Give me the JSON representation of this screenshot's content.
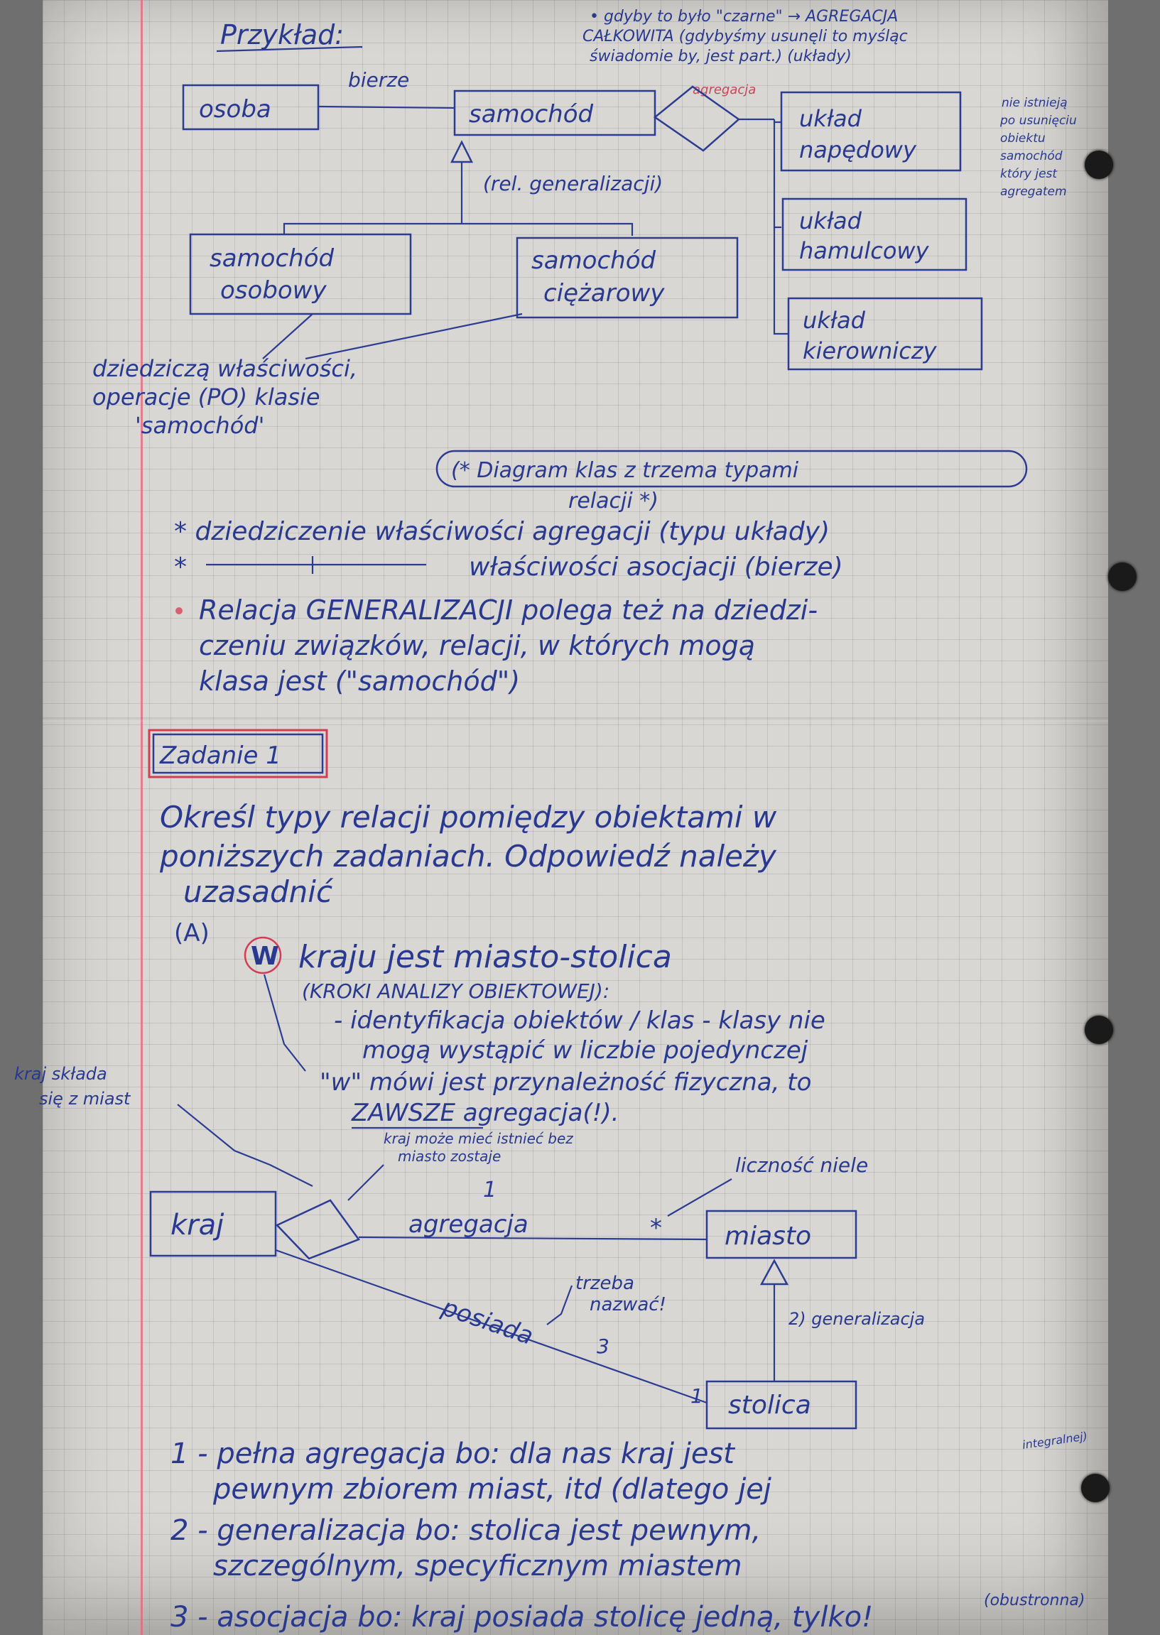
{
  "header": {
    "title": "Przykład:",
    "note_top": "• gdyby to było \"czarne\" → AGREGACJA",
    "note_top_2": "CAŁKOWITA (gdybyśmy usunęli to myśląc",
    "note_top_3": "świadomie by, jest part.) (układy)",
    "note_red": "agregacja",
    "side_note": [
      "nie istnieją",
      "po usunięciu",
      "obiektu",
      "samochód",
      "który jest",
      "agregatem"
    ]
  },
  "diagram1": {
    "osoba": "osoba",
    "samochod": "samochód",
    "bierze": "bierze",
    "generalizacja": "(rel. generalizacji)",
    "osobowy": [
      "samochód",
      "osobowy"
    ],
    "ciezarowy": [
      "samochód",
      "ciężarowy"
    ],
    "uklad1": [
      "układ",
      "napędowy"
    ],
    "uklad2": [
      "układ",
      "hamulcowy"
    ],
    "uklad3": [
      "układ",
      "kierowniczy"
    ],
    "inherit_note": [
      "dziedziczą właściwości,",
      "operacje (PO) klasie",
      "'samochód'"
    ]
  },
  "notes": {
    "boxed": "(* Diagram klas z trzema typami",
    "boxed_2": "relacji *)",
    "bullet1": "* dziedziczenie właściwości agregacji (typu układy)",
    "bullet2_pre": "*",
    "bullet2": "właściwości asocjacji (bierze)",
    "bullet3": [
      "Relacja GENERALIZACJI polega też na dziedzi-",
      "czeniu związków, relacji, w których mogą",
      "klasa jest (\"samochód\")"
    ]
  },
  "task": {
    "label": "Zadanie 1",
    "desc": [
      "Określ typy relacji pomiędzy obiektami w",
      "poniższych zadaniach. Odpowiedź należy",
      "uzasadnić"
    ],
    "a": "(A)",
    "w": "W",
    "sentence": "kraju jest miasto-stolica",
    "steps_title": "(KROKI ANALIZY OBIEKTOWEJ):",
    "steps": [
      "- identyfikacja obiektów / klas - klasy nie",
      "mogą wystąpić w liczbie pojedynczej",
      "\"w\" mówi jest przynależność fizyczna, to",
      "ZAWSZE agregacja(!)."
    ]
  },
  "diagram2": {
    "left_note": [
      "kraj składa",
      "się z miast"
    ],
    "top_note": [
      "kraj może mieć istnieć bez",
      "miasto zostaje"
    ],
    "right_note": "liczność niele",
    "kraj": "kraj",
    "miasto": "miasto",
    "stolica": "stolica",
    "agregacja": "agregacja",
    "one": "1",
    "star": "*",
    "posiada": "posiada",
    "three": "3",
    "one_b": "1",
    "trzeba": [
      "trzeba",
      "nazwać!"
    ],
    "gen": "2) generalizacja"
  },
  "answers": {
    "a1": [
      "1 - pełna agregacja bo: dla nas kraj jest",
      "pewnym zbiorem miast, itd (dlatego jej"
    ],
    "a1_side": "integralnej)",
    "a2": [
      "2 - generalizacja bo: stolica jest pewnym,",
      "szczególnym, specyficznym miastem"
    ],
    "a3": [
      "3 - asocjacja bo: kraj posiada stolicę jedną, tylko!"
    ],
    "a3_side": "(obustronna)"
  }
}
